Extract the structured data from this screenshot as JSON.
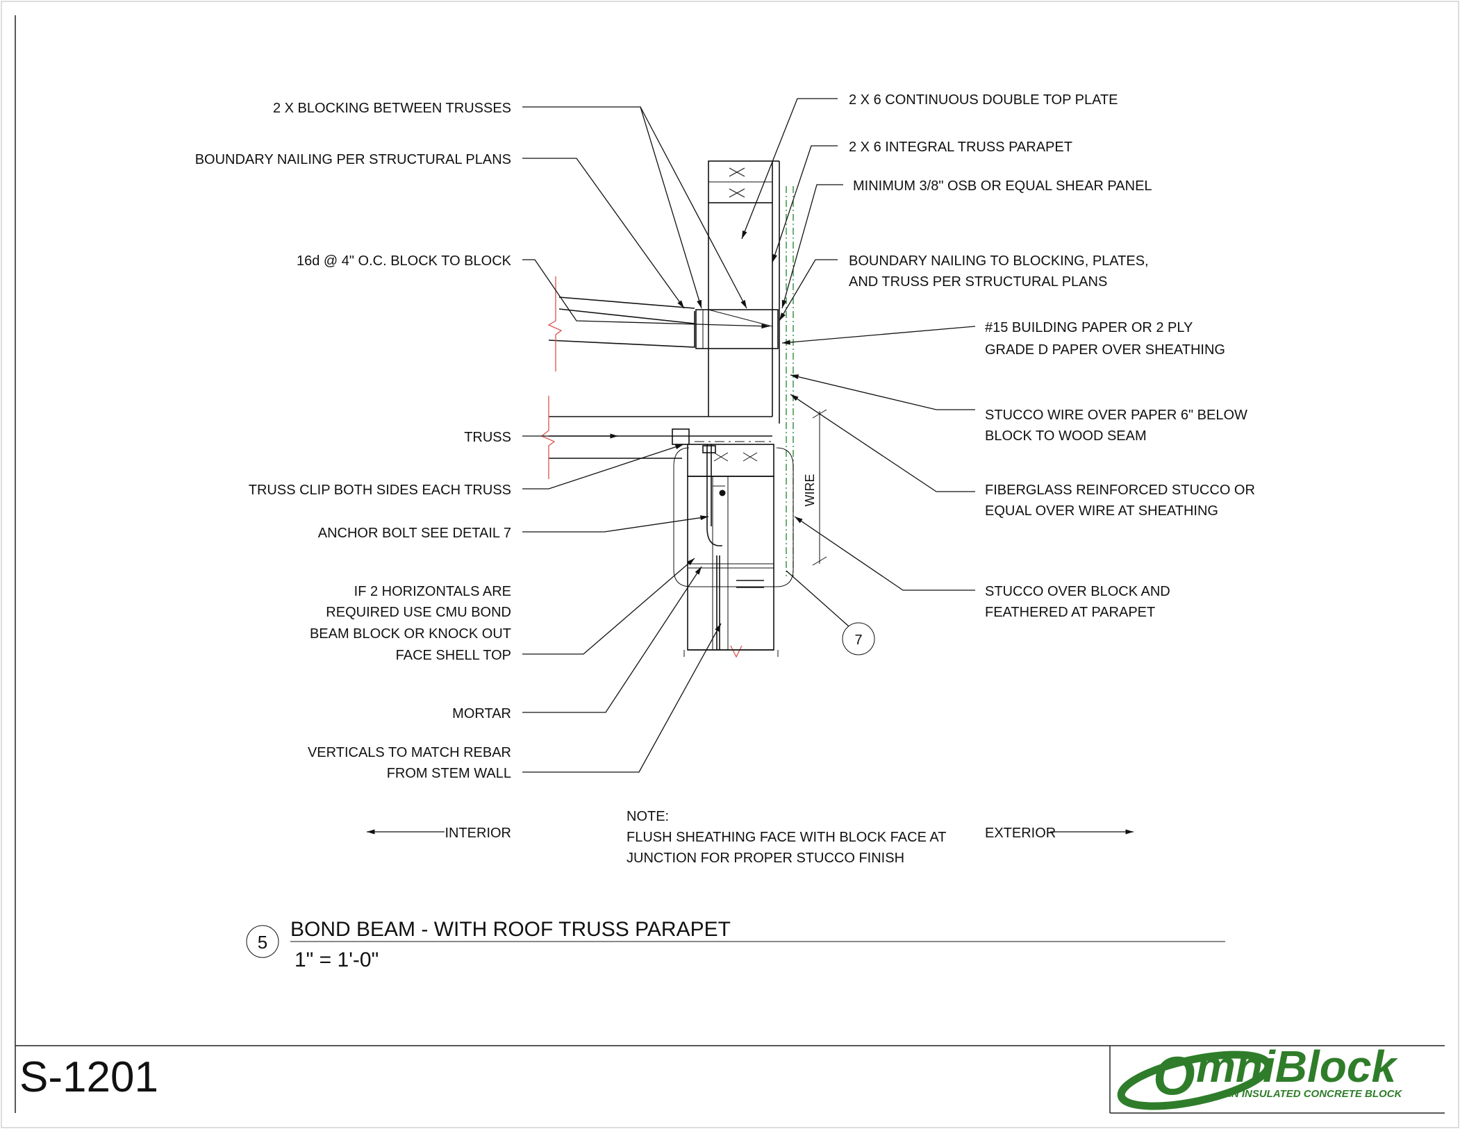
{
  "labels_left": {
    "blocking": "2 X BLOCKING BETWEEN TRUSSES",
    "boundary_nailing": "BOUNDARY NAILING PER STRUCTURAL PLANS",
    "nail_16d": "16d @ 4\" O.C. BLOCK TO BLOCK",
    "truss": "TRUSS",
    "truss_clip": "TRUSS CLIP BOTH SIDES EACH TRUSS",
    "anchor_bolt": "ANCHOR BOLT SEE DETAIL 7",
    "horizontals": [
      "IF 2 HORIZONTALS ARE",
      "REQUIRED USE CMU BOND",
      "BEAM BLOCK OR KNOCK OUT",
      "FACE SHELL TOP"
    ],
    "mortar": "MORTAR",
    "verticals": [
      "VERTICALS TO MATCH REBAR",
      "FROM STEM WALL"
    ],
    "interior": "INTERIOR"
  },
  "labels_right": {
    "top_plate": "2 X 6 CONTINUOUS DOUBLE TOP PLATE",
    "truss_parapet": "2 X 6  INTEGRAL TRUSS PARAPET",
    "osb": "MINIMUM 3/8\" OSB OR EQUAL SHEAR PANEL",
    "boundary_nailing": [
      "BOUNDARY NAILING TO BLOCKING, PLATES,",
      "AND TRUSS PER STRUCTURAL PLANS"
    ],
    "building_paper": [
      "#15 BUILDING PAPER OR 2 PLY",
      "GRADE D PAPER OVER SHEATHING"
    ],
    "stucco_wire": [
      "STUCCO WIRE OVER PAPER 6\" BELOW",
      "BLOCK TO WOOD SEAM"
    ],
    "fiberglass": [
      "FIBERGLASS REINFORCED STUCCO OR",
      "EQUAL OVER WIRE AT SHEATHING"
    ],
    "stucco_block": [
      "STUCCO OVER BLOCK AND",
      "FEATHERED AT PARAPET"
    ],
    "exterior": "EXTERIOR"
  },
  "dimension": {
    "wire": "WIRE"
  },
  "callout": {
    "detail_ref": "7"
  },
  "note": [
    "NOTE:",
    "FLUSH SHEATHING FACE WITH BLOCK FACE AT",
    "JUNCTION FOR PROPER STUCCO FINISH"
  ],
  "title_block": {
    "detail_number": "5",
    "title": "BOND BEAM  - WITH ROOF TRUSS PARAPET",
    "scale": "1\" = 1'-0\""
  },
  "sheet": {
    "number": "S-1201"
  },
  "logo": {
    "initial": "O",
    "name": "mniBlock",
    "tagline": "AN INSULATED CONCRETE BLOCK",
    "color": "#2f7d2a"
  },
  "colors": {
    "sheathing_line": "#2e8b3a",
    "break_lines": "#d9534f"
  }
}
